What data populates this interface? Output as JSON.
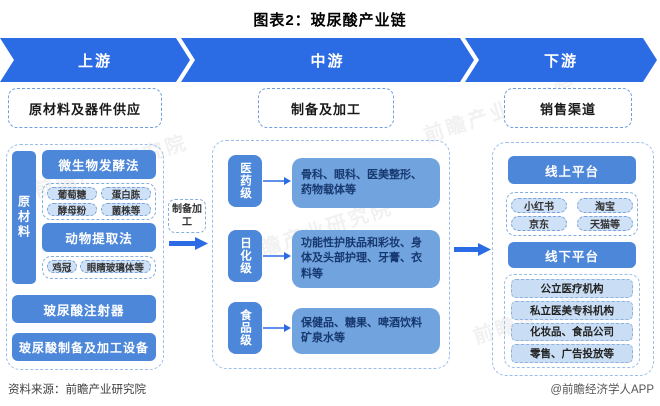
{
  "title": "图表2：玻尿酸产业链",
  "banner": {
    "segments": [
      {
        "label": "上游"
      },
      {
        "label": "中游"
      },
      {
        "label": "下游"
      }
    ]
  },
  "connectors": {
    "prep_label": "制备加工"
  },
  "upstream": {
    "header": "原材料及器件供应",
    "side_label": "原材料",
    "fermentation": {
      "name": "微生物发酵法",
      "items": [
        "葡萄糖",
        "蛋白胨",
        "酵母粉",
        "菌株等"
      ]
    },
    "extraction": {
      "name": "动物提取法",
      "items": [
        "鸡冠",
        "眼睛玻璃体等"
      ]
    },
    "equipment": [
      "玻尿酸注射器",
      "玻尿酸制备及加工设备"
    ]
  },
  "midstream": {
    "header": "制备及加工",
    "grades": [
      {
        "grade": "医药级",
        "applications": "骨科、眼科、医美整形、药物载体等"
      },
      {
        "grade": "日化级",
        "applications": "功能性护肤品和彩妆、身体及头部护理、牙膏、衣料等"
      },
      {
        "grade": "食品级",
        "applications": "保健品、糖果、啤酒饮料矿泉水等"
      }
    ]
  },
  "downstream": {
    "header": "销售渠道",
    "online": {
      "title": "线上平台",
      "platforms": [
        "小红书",
        "淘宝",
        "京东",
        "天猫等"
      ]
    },
    "offline": {
      "title": "线下平台",
      "channels": [
        "公立医疗机构",
        "私立医美专科机构",
        "化妆品、食品公司",
        "零售、广告投放等"
      ]
    }
  },
  "footer": {
    "source": "资料来源：前瞻产业研究院",
    "credit": "@前瞻经济学人APP"
  },
  "watermarks": [
    "前瞻产业研究院",
    "前瞻经济学人"
  ],
  "colors": {
    "banner_blue": "#2b6be4",
    "box_blue": "#4d87d9",
    "app_box_blue": "#71a3de",
    "chip_bg": "#cfe1f7"
  }
}
